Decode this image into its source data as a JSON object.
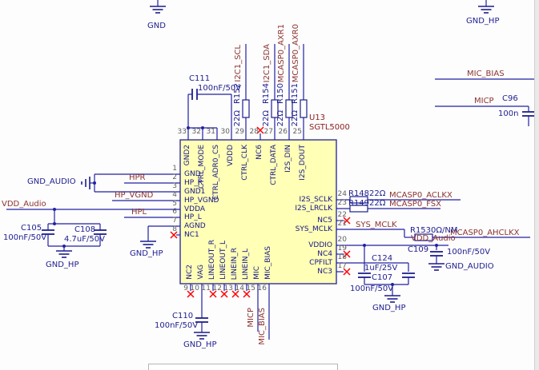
{
  "colors": {
    "bg": "#fdfdfd",
    "wire": "#2121a3",
    "net": "#8b3430",
    "cmp": "#1d1d8f",
    "pwr": "#1d1d8f",
    "refdes": "#8b2020",
    "pinno": "#606060",
    "pinname": "#14148c",
    "bodyfill": "#ffffb5",
    "bodyborder": "#31319c",
    "nc": "#ff0000"
  },
  "ic": {
    "designator": "U13",
    "part_number": "SGTL5000",
    "left_pins": [
      {
        "number": "1",
        "name": "GND"
      },
      {
        "number": "2",
        "name": "HP_R"
      },
      {
        "number": "3",
        "name": "GND1"
      },
      {
        "number": "4",
        "name": "HP_VGND"
      },
      {
        "number": "5",
        "name": "VDDA"
      },
      {
        "number": "6",
        "name": "HP_L"
      },
      {
        "number": "7",
        "name": "AGND"
      },
      {
        "number": "8",
        "name": "NC1"
      }
    ],
    "top_pins": [
      {
        "number": "33",
        "name": "GND2"
      },
      {
        "number": "32",
        "name": "CTRL_MODE"
      },
      {
        "number": "31",
        "name": "CTRL_ADR0_CS"
      },
      {
        "number": "30",
        "name": "VDDD"
      },
      {
        "number": "29",
        "name": "CTRL_CLK"
      },
      {
        "number": "28",
        "name": "NC6"
      },
      {
        "number": "27",
        "name": "CTRL_DATA"
      },
      {
        "number": "26",
        "name": "I2S_DIN"
      },
      {
        "number": "25",
        "name": "I2S_DOUT"
      }
    ],
    "right_pins": [
      {
        "number": "24",
        "name": "I2S_SCLK"
      },
      {
        "number": "23",
        "name": "I2S_LRCLK"
      },
      {
        "number": "22",
        "name": "NC5"
      },
      {
        "number": "21",
        "name": "SYS_MCLK"
      },
      {
        "number": "20",
        "name": "VDDIO"
      },
      {
        "number": "19",
        "name": "NC4"
      },
      {
        "number": "18",
        "name": "CPFILT"
      },
      {
        "number": "17",
        "name": "NC3"
      }
    ],
    "bottom_pins": [
      {
        "number": "9",
        "name": "NC2"
      },
      {
        "number": "10",
        "name": "VAG"
      },
      {
        "number": "11",
        "name": "LINEOUT_R"
      },
      {
        "number": "12",
        "name": "LINEOUT_L"
      },
      {
        "number": "13",
        "name": "LINEIN_R"
      },
      {
        "number": "14",
        "name": "LINEIN_L"
      },
      {
        "number": "15",
        "name": "MIC"
      },
      {
        "number": "16",
        "name": "MIC_BIAS"
      }
    ]
  },
  "components": {
    "c111": {
      "ref": "C111",
      "value": "100nF/50V"
    },
    "c105": {
      "ref": "C105",
      "value": "100nF/50V"
    },
    "c108": {
      "ref": "C108",
      "value": "4.7uF/50V"
    },
    "c110": {
      "ref": "C110",
      "value": "100nF/50V"
    },
    "c107": {
      "ref": "C107",
      "value": "100nF/50V"
    },
    "c124": {
      "ref": "C124",
      "value": "1uF/25V"
    },
    "c109": {
      "ref": "C109",
      "value": "100nF/50V"
    },
    "c96": {
      "ref": "C96",
      "value": "100n"
    },
    "r152": {
      "ref": "R152",
      "value": "22Ω"
    },
    "r154": {
      "ref": "R154",
      "value": "22Ω"
    },
    "r150": {
      "ref": "R150",
      "value": "22Ω"
    },
    "r151": {
      "ref": "R151",
      "value": "22Ω"
    },
    "r148": {
      "ref": "R148",
      "value": "22Ω"
    },
    "r149": {
      "ref": "R149",
      "value": "22Ω"
    },
    "r153": {
      "ref": "R153",
      "value": "0Ω/NM"
    }
  },
  "nets": {
    "i2c1_scl": "I2C1_SCL",
    "i2c1_sda": "I2C1_SDA",
    "mcasp0_axr1": "MCASP0_AXR1",
    "mcasp0_axr0": "MCASP0_AXR0",
    "mcasp0_aclkx": "MCASP0_ACLKX",
    "mcasp0_fsx": "MCASP0_FSX",
    "sys_mclk": "SYS_MCLK",
    "mcasp0_ahclkx": "MCASP0_AHCLKX",
    "hpr": "HPR",
    "hp_vgnd": "HP_VGND",
    "hpl": "HPL",
    "micp": "MICP",
    "mic_bias": "MIC_BIAS"
  },
  "power": {
    "gnd": "GND",
    "gnd_hp": "GND_HP",
    "gnd_audio": "GND_AUDIO",
    "vdd_audio": "VDD_Audio"
  }
}
